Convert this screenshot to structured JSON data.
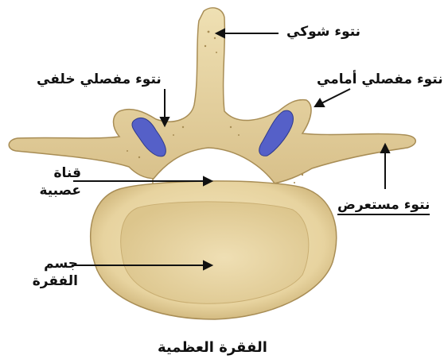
{
  "colors": {
    "bone": "#ead9a8",
    "bone_shadow": "#c9b078",
    "bone_dark": "#a88d55",
    "cartilage": "#5560c8",
    "arrow": "#111111"
  },
  "labels": {
    "spinous_process": "نتوء شوكي",
    "inferior_articular_process": "نتوء مفصلي خلفي",
    "superior_articular_process": "نتوء مفصلي أمامي",
    "neural_canal_line1": "قناة",
    "neural_canal_line2": "عصبية",
    "transverse_process": "نتوء مستعرض",
    "vertebral_body_line1": "جسم",
    "vertebral_body_line2": "الفقرة",
    "caption": "الفقرة العظمية"
  }
}
